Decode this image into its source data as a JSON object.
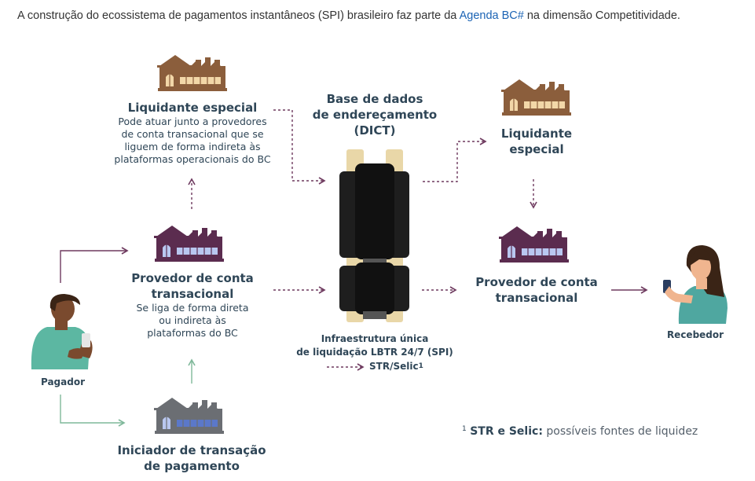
{
  "intro": {
    "before": "A construção do ecossistema de pagamentos instantâneos (SPI) brasileiro faz parte da ",
    "link": "Agenda BC#",
    "after": " na dimensão Competitividade."
  },
  "nodes": {
    "liquidante_left": {
      "title": "Liquidante especial",
      "desc": [
        "Pode atuar junto a provedores",
        "de conta transacional que se",
        "liguem de forma indireta às",
        "plataformas operacionais do BC"
      ]
    },
    "provedor_left": {
      "title": [
        "Provedor de conta",
        "transacional"
      ],
      "desc": [
        "Se liga de forma direta",
        "ou indireta às",
        "plataformas do BC"
      ]
    },
    "iniciador": {
      "title": [
        "Iniciador de transação",
        "de pagamento"
      ]
    },
    "dict": {
      "title": [
        "Base de dados",
        "de endereçamento",
        "(DICT)"
      ]
    },
    "infra": {
      "title": [
        "Infraestrutura única",
        "de liquidação LBTR 24/7 (SPI)"
      ],
      "str": "STR/Selic",
      "str_sup": "1"
    },
    "liquidante_right": {
      "title": [
        "Liquidante",
        "especial"
      ]
    },
    "provedor_right": {
      "title": [
        "Provedor de conta",
        "transacional"
      ]
    },
    "pagador": {
      "label": "Pagador"
    },
    "recebedor": {
      "label": "Recebedor"
    }
  },
  "footnote": {
    "marker": "1",
    "bold": "STR e Selic:",
    "text": " possíveis fontes de liquidez"
  },
  "colors": {
    "text": "#2f4657",
    "brown_building": "#8b5e3c",
    "purple_building": "#5b2c4f",
    "gray_building": "#6b6e73",
    "arrow_purple": "#6e3a5f",
    "arrow_green": "#7fb89a",
    "pillar_beige": "#e9d7a8",
    "block_dark": "#1e1e1e",
    "skin_pagador": "#7a4a2e",
    "shirt_teal": "#5cb7a2"
  }
}
